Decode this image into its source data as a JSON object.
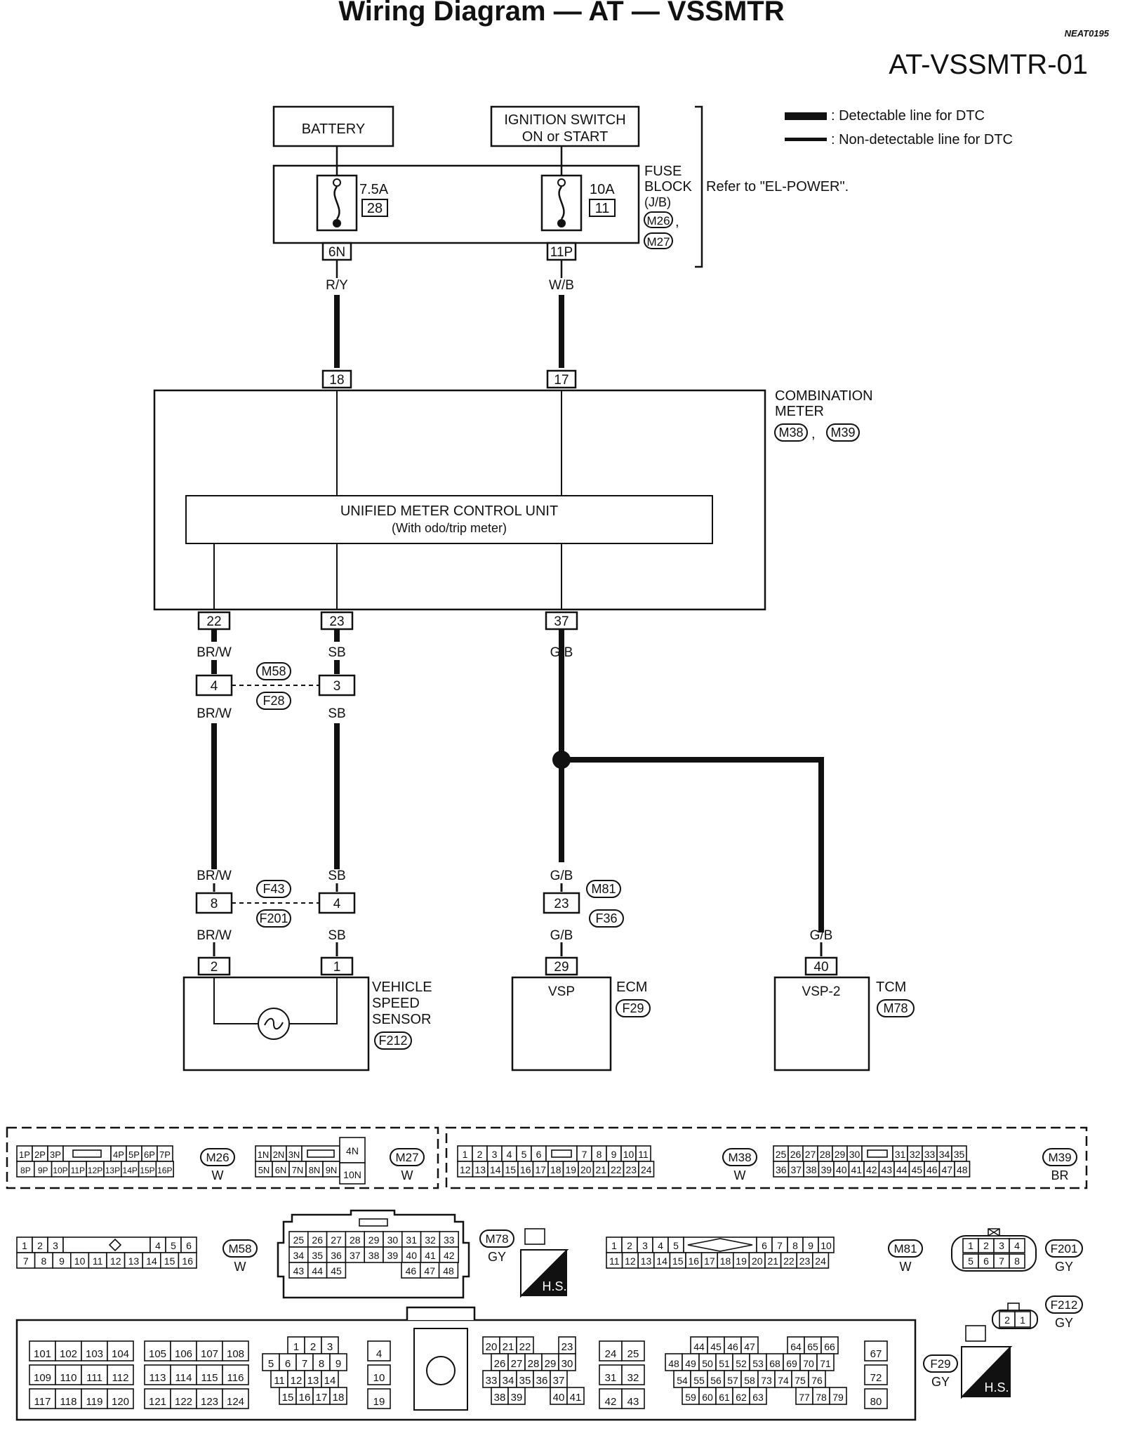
{
  "header": {
    "title": "Wiring Diagram — AT — VSSMTR",
    "page_code": "NEAT0195",
    "diagram_id": "AT-VSSMTR-01"
  },
  "legend": {
    "detectable": ": Detectable line for DTC",
    "non_detectable": ": Non-detectable line for DTC"
  },
  "power": {
    "battery": "BATTERY",
    "ignition_line1": "IGNITION SWITCH",
    "ignition_line2": "ON or START",
    "fuse1_rating": "7.5A",
    "fuse1_number": "28",
    "fuse2_rating": "10A",
    "fuse2_number": "11",
    "fuse_block_line1": "FUSE",
    "fuse_block_line2": "BLOCK",
    "fuse_block_line3": "(J/B)",
    "fuse_block_conn1": "M26",
    "fuse_block_conn2": "M27",
    "refer_text": "Refer to \"EL-POWER\".",
    "term_6n": "6N",
    "term_11p": "11P",
    "wire_ry": "R/Y",
    "wire_wb": "W/B"
  },
  "meter": {
    "label_line1": "COMBINATION",
    "label_line2": "METER",
    "conn1": "M38",
    "conn2": "M39",
    "pin18": "18",
    "pin17": "17",
    "unit_line1": "UNIFIED METER CONTROL UNIT",
    "unit_line2": "(With odo/trip meter)",
    "pin22": "22",
    "pin23": "23",
    "pin37": "37"
  },
  "wires": {
    "brw": "BR/W",
    "sb": "SB",
    "gb": "G/B"
  },
  "joints": {
    "j1_pin_a": "4",
    "j1_pin_b": "3",
    "j1_conn_a": "M58",
    "j1_conn_b": "F28",
    "j2_pin_a": "8",
    "j2_pin_b": "4",
    "j2_conn_a": "F43",
    "j2_conn_b": "F201",
    "j3_pin": "23",
    "j3_conn_a": "M81",
    "j3_conn_b": "F36"
  },
  "components": {
    "vss_pin_a": "2",
    "vss_pin_b": "1",
    "vss_line1": "VEHICLE",
    "vss_line2": "SPEED",
    "vss_line3": "SENSOR",
    "vss_conn": "F212",
    "ecm_pin": "29",
    "ecm_terminal": "VSP",
    "ecm_label": "ECM",
    "ecm_conn": "F29",
    "tcm_pin": "40",
    "tcm_terminal": "VSP-2",
    "tcm_label": "TCM",
    "tcm_conn": "M78"
  },
  "connectors": {
    "m26": {
      "id": "M26",
      "color": "W",
      "top": [
        "1P",
        "2P",
        "3P",
        "4P",
        "5P",
        "6P",
        "7P"
      ],
      "bottom": [
        "8P",
        "9P",
        "10P",
        "11P",
        "12P",
        "13P",
        "14P",
        "15P",
        "16P"
      ]
    },
    "m27": {
      "id": "M27",
      "color": "W",
      "top": [
        "1N",
        "2N",
        "3N"
      ],
      "bottom": [
        "5N",
        "6N",
        "7N",
        "8N",
        "9N"
      ],
      "right_top": "4N",
      "right_bottom": "10N"
    },
    "m38": {
      "id": "M38",
      "color": "W",
      "top": [
        "1",
        "2",
        "3",
        "4",
        "5",
        "6",
        "7",
        "8",
        "9",
        "10",
        "11"
      ],
      "bottom": [
        "12",
        "13",
        "14",
        "15",
        "16",
        "17",
        "18",
        "19",
        "20",
        "21",
        "22",
        "23",
        "24"
      ]
    },
    "m39": {
      "id": "M39",
      "color": "BR",
      "top": [
        "25",
        "26",
        "27",
        "28",
        "29",
        "30",
        "31",
        "32",
        "33",
        "34",
        "35"
      ],
      "bottom": [
        "36",
        "37",
        "38",
        "39",
        "40",
        "41",
        "42",
        "43",
        "44",
        "45",
        "46",
        "47",
        "48"
      ]
    },
    "m58": {
      "id": "M58",
      "color": "W",
      "top_left": [
        "1",
        "2",
        "3"
      ],
      "top_right": [
        "4",
        "5",
        "6"
      ],
      "bottom": [
        "7",
        "8",
        "9",
        "10",
        "11",
        "12",
        "13",
        "14",
        "15",
        "16"
      ]
    },
    "m78": {
      "id": "M78",
      "color": "GY",
      "row1": [
        "25",
        "26",
        "27",
        "28",
        "29",
        "30",
        "31",
        "32",
        "33"
      ],
      "row2": [
        "34",
        "35",
        "36",
        "37",
        "38",
        "39",
        "40",
        "41",
        "42"
      ],
      "row3_left": [
        "43",
        "44",
        "45"
      ],
      "row3_right": [
        "46",
        "47",
        "48"
      ],
      "hs": "H.S."
    },
    "m81": {
      "id": "M81",
      "color": "W",
      "top_left": [
        "1",
        "2",
        "3",
        "4",
        "5"
      ],
      "top_right": [
        "6",
        "7",
        "8",
        "9",
        "10"
      ],
      "bottom": [
        "11",
        "12",
        "13",
        "14",
        "15",
        "16",
        "17",
        "18",
        "19",
        "20",
        "21",
        "22",
        "23",
        "24"
      ]
    },
    "f201": {
      "id": "F201",
      "color": "GY",
      "top": [
        "1",
        "2",
        "3",
        "4"
      ],
      "bottom": [
        "5",
        "6",
        "7",
        "8"
      ]
    },
    "f212": {
      "id": "F212",
      "color": "GY",
      "pins": [
        "2",
        "1"
      ]
    },
    "f29": {
      "id": "F29",
      "color": "GY",
      "hs": "H.S.",
      "g1": [
        [
          "101",
          "102",
          "103",
          "104"
        ],
        [
          "109",
          "110",
          "111",
          "112"
        ],
        [
          "117",
          "118",
          "119",
          "120"
        ]
      ],
      "g2": [
        [
          "105",
          "106",
          "107",
          "108"
        ],
        [
          "113",
          "114",
          "115",
          "116"
        ],
        [
          "121",
          "122",
          "123",
          "124"
        ]
      ],
      "g3": [
        [
          "1",
          "2",
          "3"
        ],
        [
          "5",
          "6",
          "7",
          "8",
          "9"
        ],
        [
          "11",
          "12",
          "13",
          "14"
        ],
        [
          "15",
          "16",
          "17",
          "18"
        ]
      ],
      "g4": [
        "4",
        "10",
        "19"
      ],
      "g5": [
        [
          "20",
          "21",
          "22",
          "23"
        ],
        [
          "26",
          "27",
          "28",
          "29",
          "30"
        ],
        [
          "33",
          "34",
          "35",
          "36",
          "37"
        ],
        [
          "38",
          "39",
          "40",
          "41"
        ]
      ],
      "g6": [
        [
          "24",
          "25"
        ],
        [
          "31",
          "32"
        ],
        [
          "42",
          "43"
        ]
      ],
      "g7": [
        [
          "44",
          "45",
          "46",
          "47",
          "64",
          "65",
          "66"
        ],
        [
          "48",
          "49",
          "50",
          "51",
          "52",
          "53",
          "68",
          "69",
          "70",
          "71"
        ],
        [
          "54",
          "55",
          "56",
          "57",
          "58",
          "73",
          "74",
          "75",
          "76"
        ],
        [
          "59",
          "60",
          "61",
          "62",
          "63",
          "77",
          "78",
          "79"
        ]
      ],
      "g8": [
        "67",
        "72",
        "80"
      ]
    }
  }
}
